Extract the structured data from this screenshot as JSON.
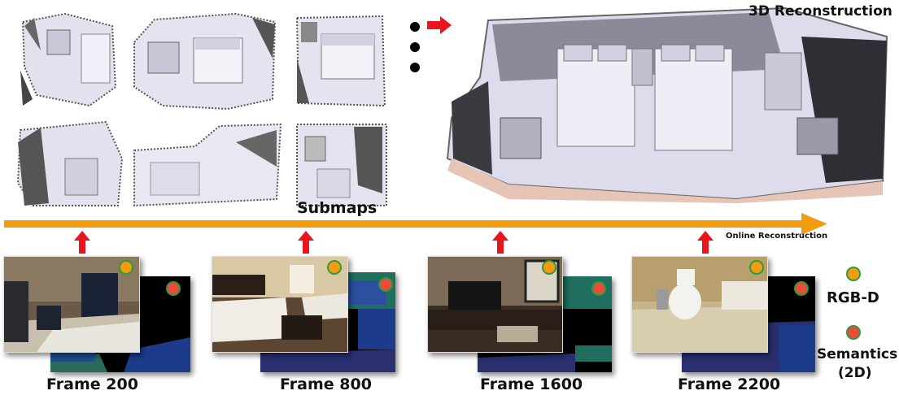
{
  "reconstruction": {
    "title": "3D Reconstruction"
  },
  "timeline": {
    "submaps_label": "Submaps",
    "online_label": "Online Reconstruction"
  },
  "frames": [
    {
      "label": "Frame 200"
    },
    {
      "label": "Frame 800"
    },
    {
      "label": "Frame 1600"
    },
    {
      "label": "Frame 2200"
    }
  ],
  "legend": {
    "rgbd_label": "RGB-D",
    "semantics_label": "Semantics",
    "semantics_sub": "(2D)"
  },
  "colors": {
    "timeline": "#f39c12",
    "arrow_red": "#e8141e",
    "rgbd_dot": "#f39c12",
    "semantics_dot": "#e74c3c",
    "dot_ring": "#2e9b3a",
    "mesh": "#dcdcec"
  }
}
